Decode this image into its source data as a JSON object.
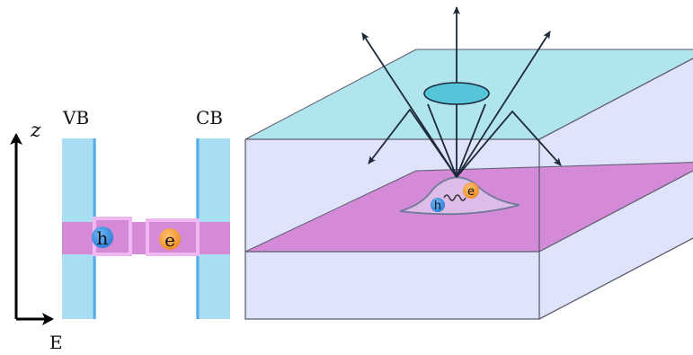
{
  "labels": {
    "valence_band": "VB",
    "conduction_band": "CB",
    "axis_vertical": "z",
    "axis_horizontal": "E"
  },
  "particles": {
    "hole": "h",
    "electron": "e"
  },
  "colors": {
    "band": "#a9ddf2",
    "band_edge": "#5aaee8",
    "well": "#d48ad6",
    "well_highlight": "#f0b8f2",
    "slab_front": "#dfe4fb",
    "slab_top": "#a8e2ec",
    "lens": "#55c5d9",
    "hole": "#3a8ee0",
    "electron": "#f2a03d"
  },
  "icons": {
    "emission_arrows": "arrow-icon",
    "exciton_bond": "wavy-line-icon"
  }
}
